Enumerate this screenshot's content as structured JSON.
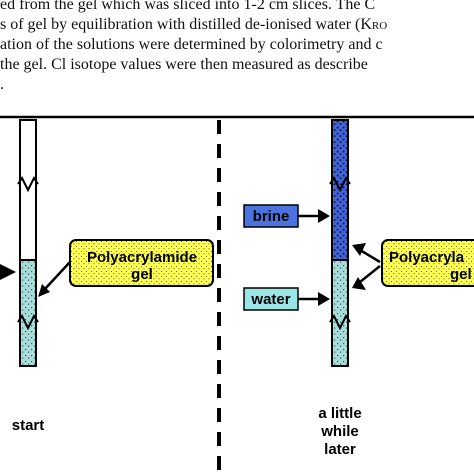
{
  "caption": {
    "lines": [
      {
        "text": "ed from the gel which was sliced into 1-2 cm slices.  The C"
      },
      {
        "text": "s of gel by equilibration with distilled de-ionised water (",
        "smallcaps": "Kro"
      },
      {
        "text": "ation of the solutions were determined by colorimetry and c"
      },
      {
        "text": " the gel.  Cl isotope values were then measured as describe"
      },
      {
        "text": "."
      }
    ]
  },
  "figure": {
    "left_panel": {
      "callout_label_1": "Polyacrylamide",
      "callout_label_2": "gel",
      "caption": "start"
    },
    "right_panel": {
      "brine_label": "brine",
      "water_label": "water",
      "callout_label_1": "Polyacryla",
      "callout_label_2": "gel",
      "caption_line_1": "a little",
      "caption_line_2": "while",
      "caption_line_3": "later"
    },
    "colors": {
      "water_fill": "#a8dcd8",
      "brine_fill": "#3f63d8",
      "brine_box": "#4a73e0",
      "water_box": "#9ae6e6",
      "callout_box": "#ffff55",
      "ink": "#000000"
    }
  }
}
